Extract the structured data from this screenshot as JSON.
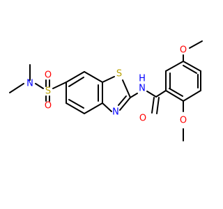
{
  "structure": {
    "atom_labels": {
      "sulfonyl_s": "S",
      "sulfonyl_o_top": "O",
      "sulfonyl_o_bottom": "O",
      "dimethylamino_n": "N",
      "thiazole_s": "S",
      "thiazole_n": "N",
      "amide_nh": "NH",
      "amide_n": "N",
      "amide_h": "H",
      "carbonyl_o": "O",
      "methoxy_o_top": "O",
      "methoxy_o_bottom": "O"
    },
    "colors": {
      "bond": "#000000",
      "sulfur": "#b8a000",
      "oxygen": "#ff0000",
      "nitrogen": "#0000ff"
    }
  }
}
